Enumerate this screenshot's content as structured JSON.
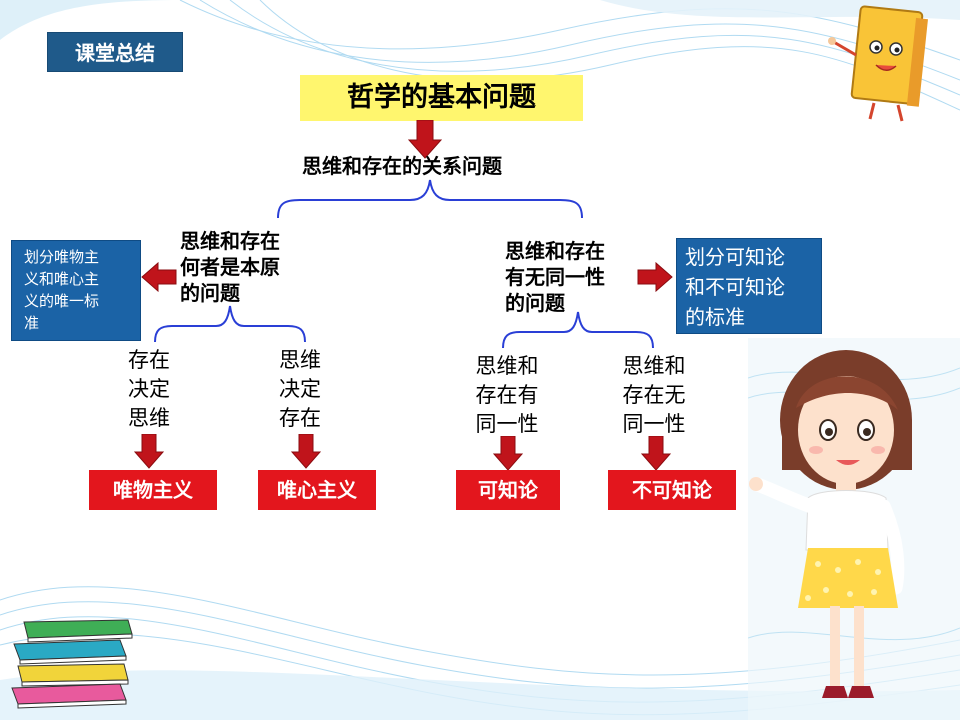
{
  "lesson_tag": "课堂总结",
  "main_title": "哲学的基本问题",
  "core_question": "思维和存在的关系问题",
  "left_question": [
    "思维和存在",
    "何者是本原",
    "的问题"
  ],
  "right_question": [
    "思维和存在",
    "有无同一性",
    "的问题"
  ],
  "left_side_box": [
    "划分唯物主",
    "义和唯心主",
    "义的唯一标",
    "准"
  ],
  "right_side_box": [
    "划分可知论",
    "和不可知论",
    "的标准"
  ],
  "branches": [
    {
      "text": [
        "存在",
        "决定",
        "思维"
      ],
      "result": "唯物主义"
    },
    {
      "text": [
        "思维",
        "决定",
        "存在"
      ],
      "result": "唯心主义"
    },
    {
      "text": [
        "思维和",
        "存在有",
        "同一性"
      ],
      "result": "可知论"
    },
    {
      "text": [
        "思维和",
        "存在无",
        "同一性"
      ],
      "result": "不可知论"
    }
  ],
  "colors": {
    "title_bg": "#fff66e",
    "tag_bg": "#1f5a8a",
    "side_box_bg": "#1b63a6",
    "result_bg": "#e3161d",
    "arrow_red": "#c0141b",
    "brace_blue": "#2a3fd6"
  }
}
